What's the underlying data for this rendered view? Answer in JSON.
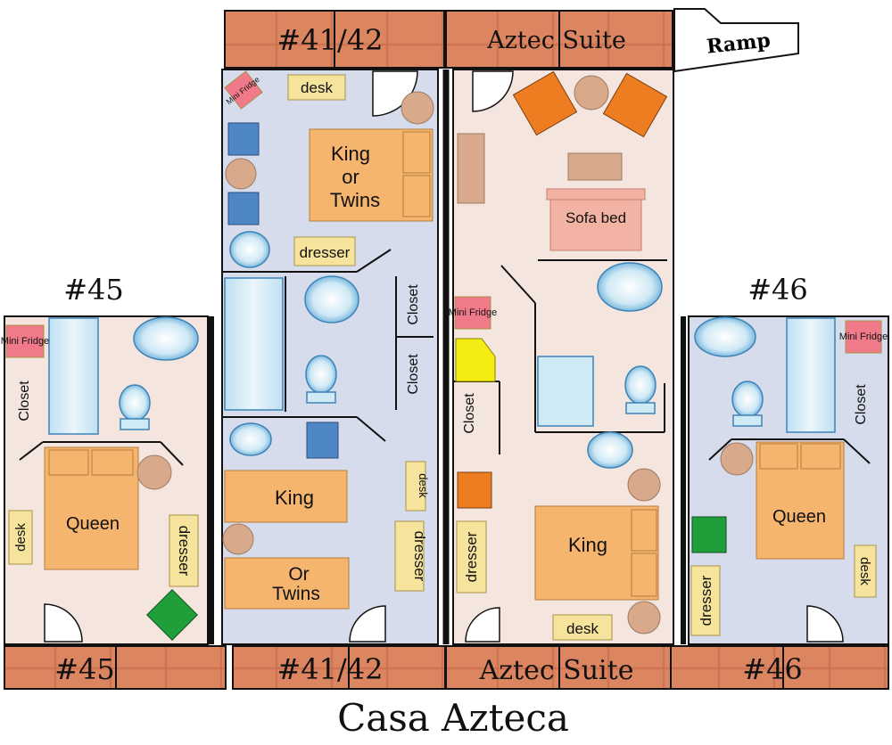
{
  "title": "Casa Azteca",
  "ramp_label": "Ramp",
  "signs": {
    "top_4142": "#41/42",
    "top_aztec": "Aztec Suite",
    "bottom_45": "#45",
    "bottom_4142": "#41/42",
    "bottom_aztec": "Aztec Suite",
    "bottom_46": "#46"
  },
  "room_labels": {
    "r45": "#45",
    "r46": "#46"
  },
  "furniture": {
    "mini_fridge_1": "Mini Fridge",
    "mini_fridge_2": "Mini Fridge",
    "mini_fridge_3": "Mini Fridge",
    "desk_1": "desk",
    "desk_2": "desk",
    "desk_3": "desk",
    "desk_4": "desk",
    "desk_5": "desk",
    "dresser_1": "dresser",
    "dresser_2": "dresser",
    "dresser_3": "dresser",
    "dresser_4": "dresser",
    "dresser_5": "dresser",
    "closet_1": "Closet",
    "closet_2": "Closet",
    "closet_3": "Closet",
    "closet_4": "Closet",
    "closet_5": "Closet",
    "bed_king_twins": [
      "King",
      "or",
      "Twins"
    ],
    "bed_king_4142": "King",
    "bed_or_twins": [
      "Or",
      "Twins"
    ],
    "bed_queen_45": "Queen",
    "bed_king_aztec": "King",
    "bed_queen_46": "Queen",
    "sofa_bed": "Sofa bed"
  },
  "colors": {
    "brick": "#d9805c",
    "brick_dark": "#b85c3c",
    "floor_blue": "#d6dcec",
    "floor_pink": "#f4e6df",
    "bed": "#f6b56e",
    "sofa": "#f3b3a4",
    "label": "#f6e49c",
    "fridge": "#f07a8a",
    "chair_blue": "#4f86c6",
    "chair_orange": "#ee7d22",
    "chair_green": "#1f9e3a",
    "table": "#d8a98a",
    "fixture": "#cfe9f5",
    "wall": "#111111"
  }
}
